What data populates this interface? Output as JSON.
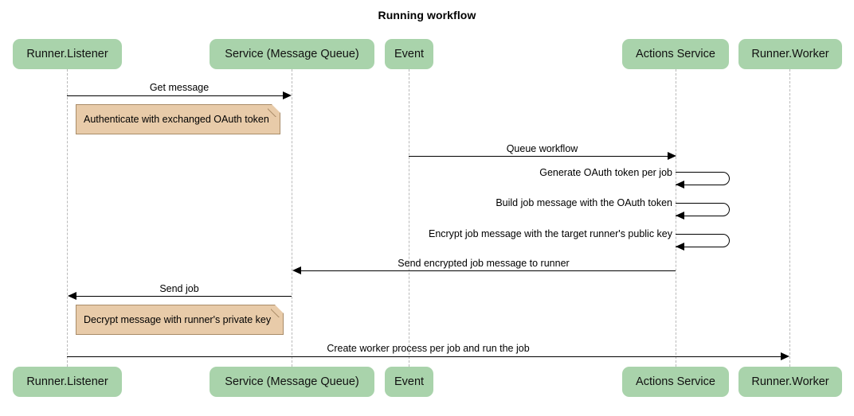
{
  "title": "Running workflow",
  "colors": {
    "participant_fill": "#a9d3ab",
    "note_fill": "#e8cba9",
    "note_border": "#a98c68",
    "lifeline": "#b9b9b9",
    "line": "#000000",
    "background": "#ffffff"
  },
  "participants": [
    {
      "id": "runner-listener",
      "label": "Runner.Listener"
    },
    {
      "id": "service-message-queue",
      "label": "Service (Message Queue)"
    },
    {
      "id": "event",
      "label": "Event"
    },
    {
      "id": "actions-service",
      "label": "Actions Service"
    },
    {
      "id": "runner-worker",
      "label": "Runner.Worker"
    }
  ],
  "messages": [
    {
      "id": "get-message",
      "label": "Get message",
      "from": "runner-listener",
      "to": "service-message-queue",
      "direction": "right",
      "kind": "call"
    },
    {
      "id": "queue-workflow",
      "label": "Queue workflow",
      "from": "event",
      "to": "actions-service",
      "direction": "right",
      "kind": "call"
    },
    {
      "id": "generate-oauth-token-per-job",
      "label": "Generate OAuth token per job",
      "from": "actions-service",
      "to": "actions-service",
      "direction": "self",
      "kind": "self-call"
    },
    {
      "id": "build-job-message-with-the-oauth-token",
      "label": "Build job message with the OAuth token",
      "from": "actions-service",
      "to": "actions-service",
      "direction": "self",
      "kind": "self-call"
    },
    {
      "id": "encrypt-job-message-with-the-target-runners-public-key",
      "label": "Encrypt job message with the target runner's public key",
      "from": "actions-service",
      "to": "actions-service",
      "direction": "self",
      "kind": "self-call"
    },
    {
      "id": "send-encrypted-job-message-to-runner",
      "label": "Send encrypted job message to runner",
      "from": "actions-service",
      "to": "service-message-queue",
      "direction": "left",
      "kind": "call"
    },
    {
      "id": "send-job",
      "label": "Send job",
      "from": "service-message-queue",
      "to": "runner-listener",
      "direction": "left",
      "kind": "call"
    },
    {
      "id": "create-worker-process-per-job-and-run-the-job",
      "label": "Create worker process per job and run the job",
      "from": "runner-listener",
      "to": "runner-worker",
      "direction": "right",
      "kind": "call"
    }
  ],
  "notes": [
    {
      "id": "note-authenticate",
      "label": "Authenticate with exchanged OAuth token",
      "attached_to": "runner-listener"
    },
    {
      "id": "note-decrypt",
      "label": "Decrypt message with runner's private key",
      "attached_to": "runner-listener"
    }
  ]
}
